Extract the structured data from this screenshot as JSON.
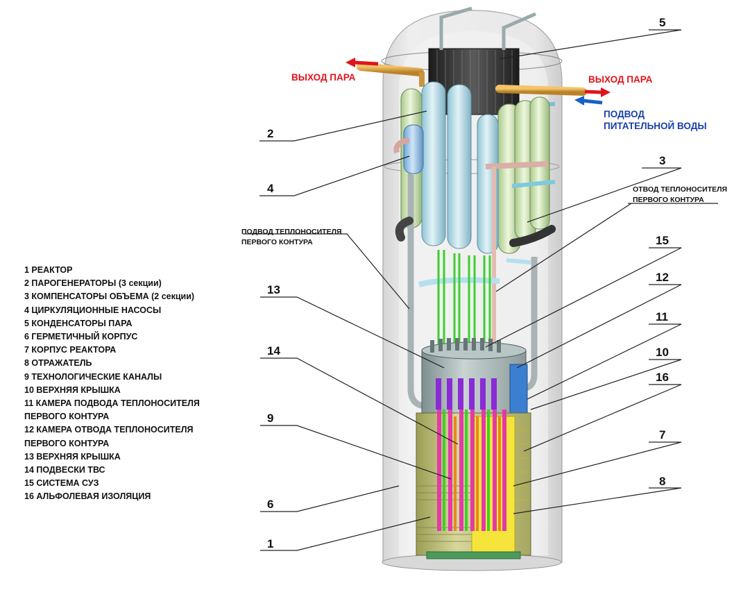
{
  "legend": [
    "1 РЕАКТОР",
    "2 ПАРОГЕНЕРАТОРЫ (3 секции)",
    "3 КОМПЕНСАТОРЫ ОБЪЕМА (2 секции)",
    "4 ЦИРКУЛЯЦИОННЫЕ НАСОСЫ",
    "5 КОНДЕНСАТОРЫ ПАРА",
    "6 ГЕРМЕТИЧНЫЙ КОРПУС",
    "7 КОРПУС РЕАКТОРА",
    "8 ОТРАЖАТЕЛЬ",
    "9 ТЕХНОЛОГИЧЕСКИЕ КАНАЛЫ",
    "10 ВЕРХНЯЯ КРЫШКА",
    "11 КАМЕРА ПОДВОДА ТЕПЛОНОСИТЕЛЯ",
    "ПЕРВОГО КОНТУРА",
    "12 КАМЕРА ОТВОДА ТЕПЛОНОСИТЕЛЯ",
    "ПЕРВОГО КОНТУРА",
    "13  ВЕРХНЯЯ КРЫШКА",
    "14 ПОДВЕСКИ ТВС",
    "15 СИСТЕМА СУЗ",
    "16 АЛЬФОЛЕВАЯ ИЗОЛЯЦИЯ"
  ],
  "callouts": [
    "1",
    "2",
    "3",
    "4",
    "5",
    "6",
    "7",
    "8",
    "9",
    "10",
    "11",
    "12",
    "13",
    "14",
    "15",
    "16"
  ],
  "annotations": {
    "steam_out_left": "ВЫХОД ПАРА",
    "steam_out_right": "ВЫХОД ПАРА",
    "feedwater_line1": "ПОДВОД",
    "feedwater_line2": "ПИТАТЕЛЬНОЙ ВОДЫ",
    "coolant_out_line1": "ОТВОД ТЕПЛОНОСИТЕЛЯ",
    "coolant_out_line2": "ПЕРВОГО КОНТУРА",
    "coolant_in_line1": "ПОДВОД ТЕПЛОНОСИТЕЛЯ",
    "coolant_in_line2": "ПЕРВОГО КОНТУРА"
  },
  "colors": {
    "steam_arrow": "#e0141b",
    "feedwater_arrow": "#1a5fc8",
    "steam_generator": "#b8dde8",
    "pressurizer": "#cfe3b4",
    "reactor_vessel": "#c8c98a",
    "reflector": "#f5e53a",
    "channels_purple": "#8a2bd6",
    "channels_magenta": "#e33aa8",
    "channels_green": "#3ccf2e",
    "containment": "#dcdcdc"
  }
}
